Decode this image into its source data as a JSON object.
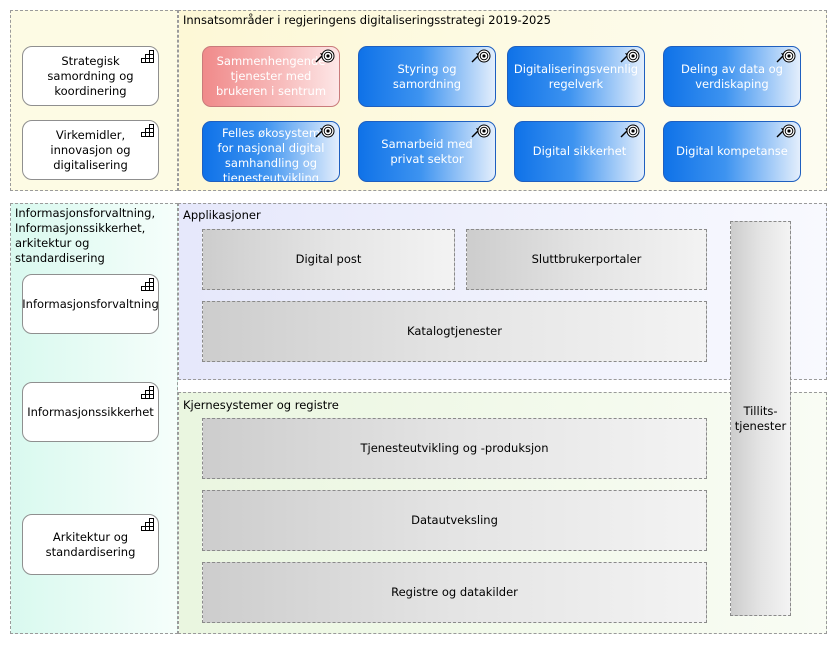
{
  "groups": {
    "strategy_area_label": "Innsatsområder i regjeringens digitaliseringsstrategi 2019-2025",
    "info_management_label": "Informasjonsforvaltning,\nInformasjonssikkerhet,\narkitektur og standardisering",
    "applications_label": "Applikasjoner",
    "core_systems_label": "Kjernesystemer og registre"
  },
  "left_capabilities": {
    "strategic": "Strategisk samordning og koordinering",
    "instruments": "Virkemidler, innovasjon og digitalisering"
  },
  "info_capabilities": {
    "info_management": "Informasjonsforvaltning",
    "info_security": "Informasjonssikkerhet",
    "architecture": "Arkitektur og standardisering"
  },
  "goals": [
    {
      "label": "Sammenhengende tjenester med brukeren i sentrum",
      "color": "red"
    },
    {
      "label": "Styring og samordning",
      "color": "blue"
    },
    {
      "label": "Digitaliseringsvennlig regelverk",
      "color": "blue"
    },
    {
      "label": "Deling av data og verdiskaping",
      "color": "blue"
    },
    {
      "label": "Felles økosystem for nasjonal digital samhandling og tjenesteutvikling",
      "color": "blue"
    },
    {
      "label": "Samarbeid med privat sektor",
      "color": "blue"
    },
    {
      "label": "Digital sikkerhet",
      "color": "blue"
    },
    {
      "label": "Digital kompetanse",
      "color": "blue"
    }
  ],
  "applications": {
    "digital_post": "Digital post",
    "end_user_portals": "Sluttbrukerportaler",
    "catalog_services": "Katalogtjenester"
  },
  "core_systems": {
    "service_dev": "Tjenesteutvikling og -produksjon",
    "data_exchange": "Datautveksling",
    "registers": "Registre og datakilder"
  },
  "trust_services": "Tillits-\ntjenester",
  "colors": {
    "goal_blue": "#0f72e8",
    "goal_red": "#f08a8a",
    "strategy_bg": "#fdf8d6",
    "info_bg": "#d9f9ef",
    "apps_bg": "#e6e8fb",
    "core_bg": "#eaf6e0",
    "system_gray": "#d4d4d4"
  }
}
